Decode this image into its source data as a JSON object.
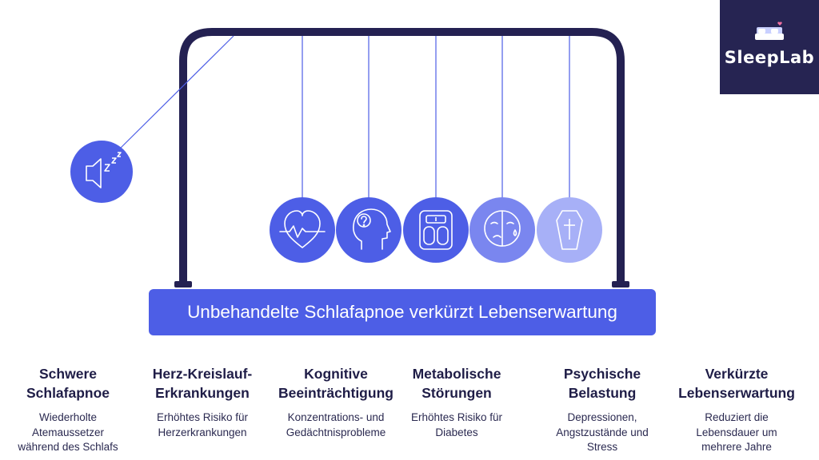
{
  "logo": {
    "text": "SleepLab"
  },
  "banner": {
    "text": "Unbehandelte Schlafapnoe verkürzt Lebenserwartung"
  },
  "balls": [
    {
      "icon": "snoring-speaker-icon",
      "color": "#4d5ee6"
    },
    {
      "icon": "heart-pulse-icon",
      "color": "#4d5ee6"
    },
    {
      "icon": "head-question-icon",
      "color": "#4d5ee6"
    },
    {
      "icon": "weighing-scale-icon",
      "color": "#4d5ee6"
    },
    {
      "icon": "sad-face-tear-icon",
      "color": "#7a86ef"
    },
    {
      "icon": "coffin-cross-icon",
      "color": "#a7b0f7"
    }
  ],
  "columns": [
    {
      "title": "Schwere\nSchlafapnoe",
      "text": "Wiederholte\nAtemaussetzer\nwährend des Schlafs"
    },
    {
      "title": "Herz-Kreislauf-\nErkrankungen",
      "text": "Erhöhtes Risiko für\nHerzerkrankungen"
    },
    {
      "title": "Kognitive\nBeeinträchtigung",
      "text": "Konzentrations- und\nGedächtnisprobleme"
    },
    {
      "title": "Metabolische\nStörungen",
      "text": "Erhöhtes Risiko für\nDiabetes"
    },
    {
      "title": "Psychische\nBelastung",
      "text": "Depressionen,\nAngstzustände und\nStress"
    },
    {
      "title": "Verkürzte\nLebenserwartung",
      "text": "Reduziert die\nLebensdauer um\nmehrere Jahre"
    }
  ],
  "colors": {
    "frame": "#242152",
    "ball": "#4d5ee6",
    "banner": "#4d5ee6",
    "string": "#4d5ee6",
    "logo_bg": "#262452"
  }
}
